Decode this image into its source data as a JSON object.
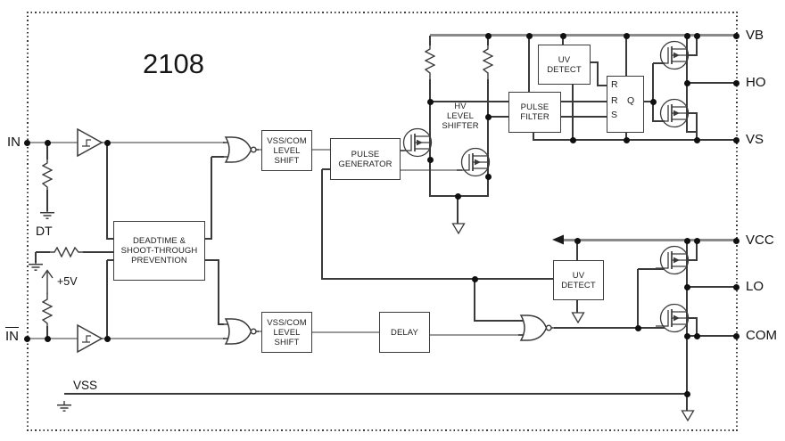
{
  "title": "2108",
  "left_terminals": {
    "in_high": "IN",
    "in_low": "IN"
  },
  "right_terminals": {
    "vb": "VB",
    "ho": "HO",
    "vs": "VS",
    "vcc": "VCC",
    "lo": "LO",
    "com": "COM"
  },
  "net_labels": {
    "dt": "DT",
    "plus5v": "+5V",
    "vss": "VSS"
  },
  "blocks": {
    "deadtime": {
      "line1": "DEADTIME &",
      "line2": "SHOOT-THROUGH",
      "line3": "PREVENTION"
    },
    "level_shift_high": {
      "line1": "VSS/COM",
      "line2": "LEVEL",
      "line3": "SHIFT"
    },
    "level_shift_low": {
      "line1": "VSS/COM",
      "line2": "LEVEL",
      "line3": "SHIFT"
    },
    "pulse_generator": {
      "line1": "PULSE",
      "line2": "GENERATOR"
    },
    "hv_level_shifter": {
      "line1": "HV",
      "line2": "LEVEL",
      "line3": "SHIFTER"
    },
    "pulse_filter": {
      "line1": "PULSE",
      "line2": "FILTER"
    },
    "uv_detect_high": {
      "line1": "UV",
      "line2": "DETECT"
    },
    "uv_detect_low": {
      "line1": "UV",
      "line2": "DETECT"
    },
    "delay": {
      "line1": "DELAY"
    },
    "latch": {
      "r1": "R",
      "r2": "R",
      "s": "S",
      "q": "Q"
    }
  },
  "colors": {
    "wire": "#3a3a3a",
    "wire_light": "#9a9a9a",
    "rail": "#8a8a8a",
    "text": "#111111",
    "background": "#ffffff"
  }
}
